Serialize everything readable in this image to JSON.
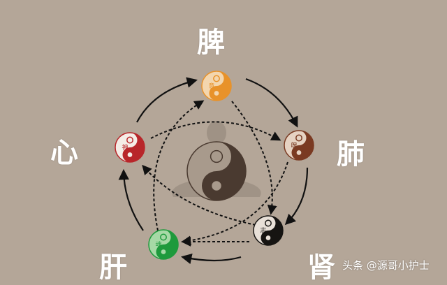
{
  "organs": {
    "spleen": "脾",
    "lung": "肺",
    "kidney": "肾",
    "liver": "肝",
    "heart": "心"
  },
  "inner_labels": {
    "spleen": "意",
    "heart": "神",
    "lung": "魄",
    "kidney": "志",
    "liver": "魂"
  },
  "watermark": "头条 @源哥小护士",
  "colors": {
    "background": "#b4a698",
    "spleen": "#e8922a",
    "heart": "#b8262a",
    "lung": "#7a3a22",
    "kidney": "#161412",
    "liver": "#1e9a3c",
    "center": "#4a3a30"
  }
}
